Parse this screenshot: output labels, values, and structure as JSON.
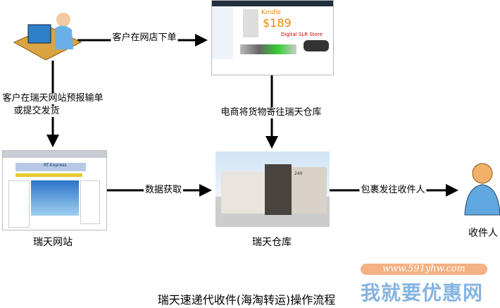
{
  "flow": {
    "step_order": "客户在网店下单",
    "step_forecast_line1": "客户在瑞天网站预报输单",
    "step_forecast_line2": "或提交发货",
    "step_ship_to_warehouse": "电商将货物寄往瑞天仓库",
    "step_data": "数据获取",
    "step_deliver": "包裹发往收件人"
  },
  "nodes": {
    "website": "瑞天网站",
    "warehouse": "瑞天仓库",
    "recipient": "收件人",
    "website_logo": "RT-Express",
    "store_promo_word": "Kindle",
    "store_price": "$189",
    "store_camera_banner": "Digital SLR Store",
    "warehouse_number": "240"
  },
  "title": "瑞天速递代收件(海淘转运)操作流程",
  "watermark": {
    "url": "www.591yhw.com",
    "name": "我就要优惠网"
  },
  "colors": {
    "arrow": "#000000",
    "watermark_orange": "#f4b183",
    "watermark_blue": "#6fa8dc"
  }
}
